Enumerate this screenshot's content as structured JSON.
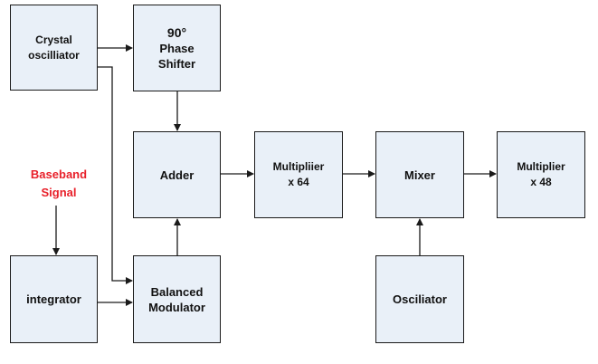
{
  "blocks": {
    "crystal": {
      "lines": [
        "Crystal",
        "oscilliator"
      ]
    },
    "phase": {
      "lines": [
        "90°",
        "Phase",
        "Shifter"
      ]
    },
    "adder": {
      "lines": [
        "Adder"
      ]
    },
    "mult64": {
      "lines": [
        "Multipliier",
        "x 64"
      ]
    },
    "mixer": {
      "lines": [
        "Mixer"
      ]
    },
    "mult48": {
      "lines": [
        "Multiplier",
        "x 48"
      ]
    },
    "integrator": {
      "lines": [
        "integrator"
      ]
    },
    "balanced": {
      "lines": [
        "Balanced",
        "Modulator"
      ]
    },
    "oscillator": {
      "lines": [
        "Osciliator"
      ]
    }
  },
  "input_label": {
    "lines": [
      "Baseband",
      "Signal"
    ],
    "color": "#e8202a"
  },
  "colors": {
    "block_fill": "#e9f0f8",
    "stroke": "#1a1a1a"
  }
}
